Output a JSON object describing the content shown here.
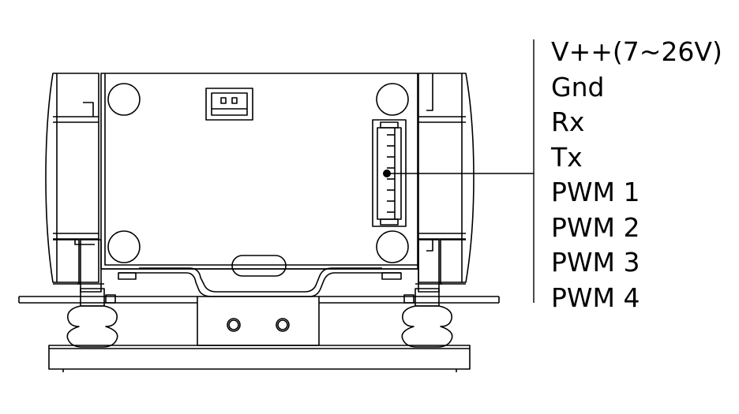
{
  "pinout": {
    "labels": [
      "V++(7~26V)",
      "Gnd",
      "Rx",
      "Tx",
      "PWM 1",
      "PWM 2",
      "PWM 3",
      "PWM 4"
    ]
  },
  "colors": {
    "line": "#000000",
    "background": "#ffffff"
  }
}
